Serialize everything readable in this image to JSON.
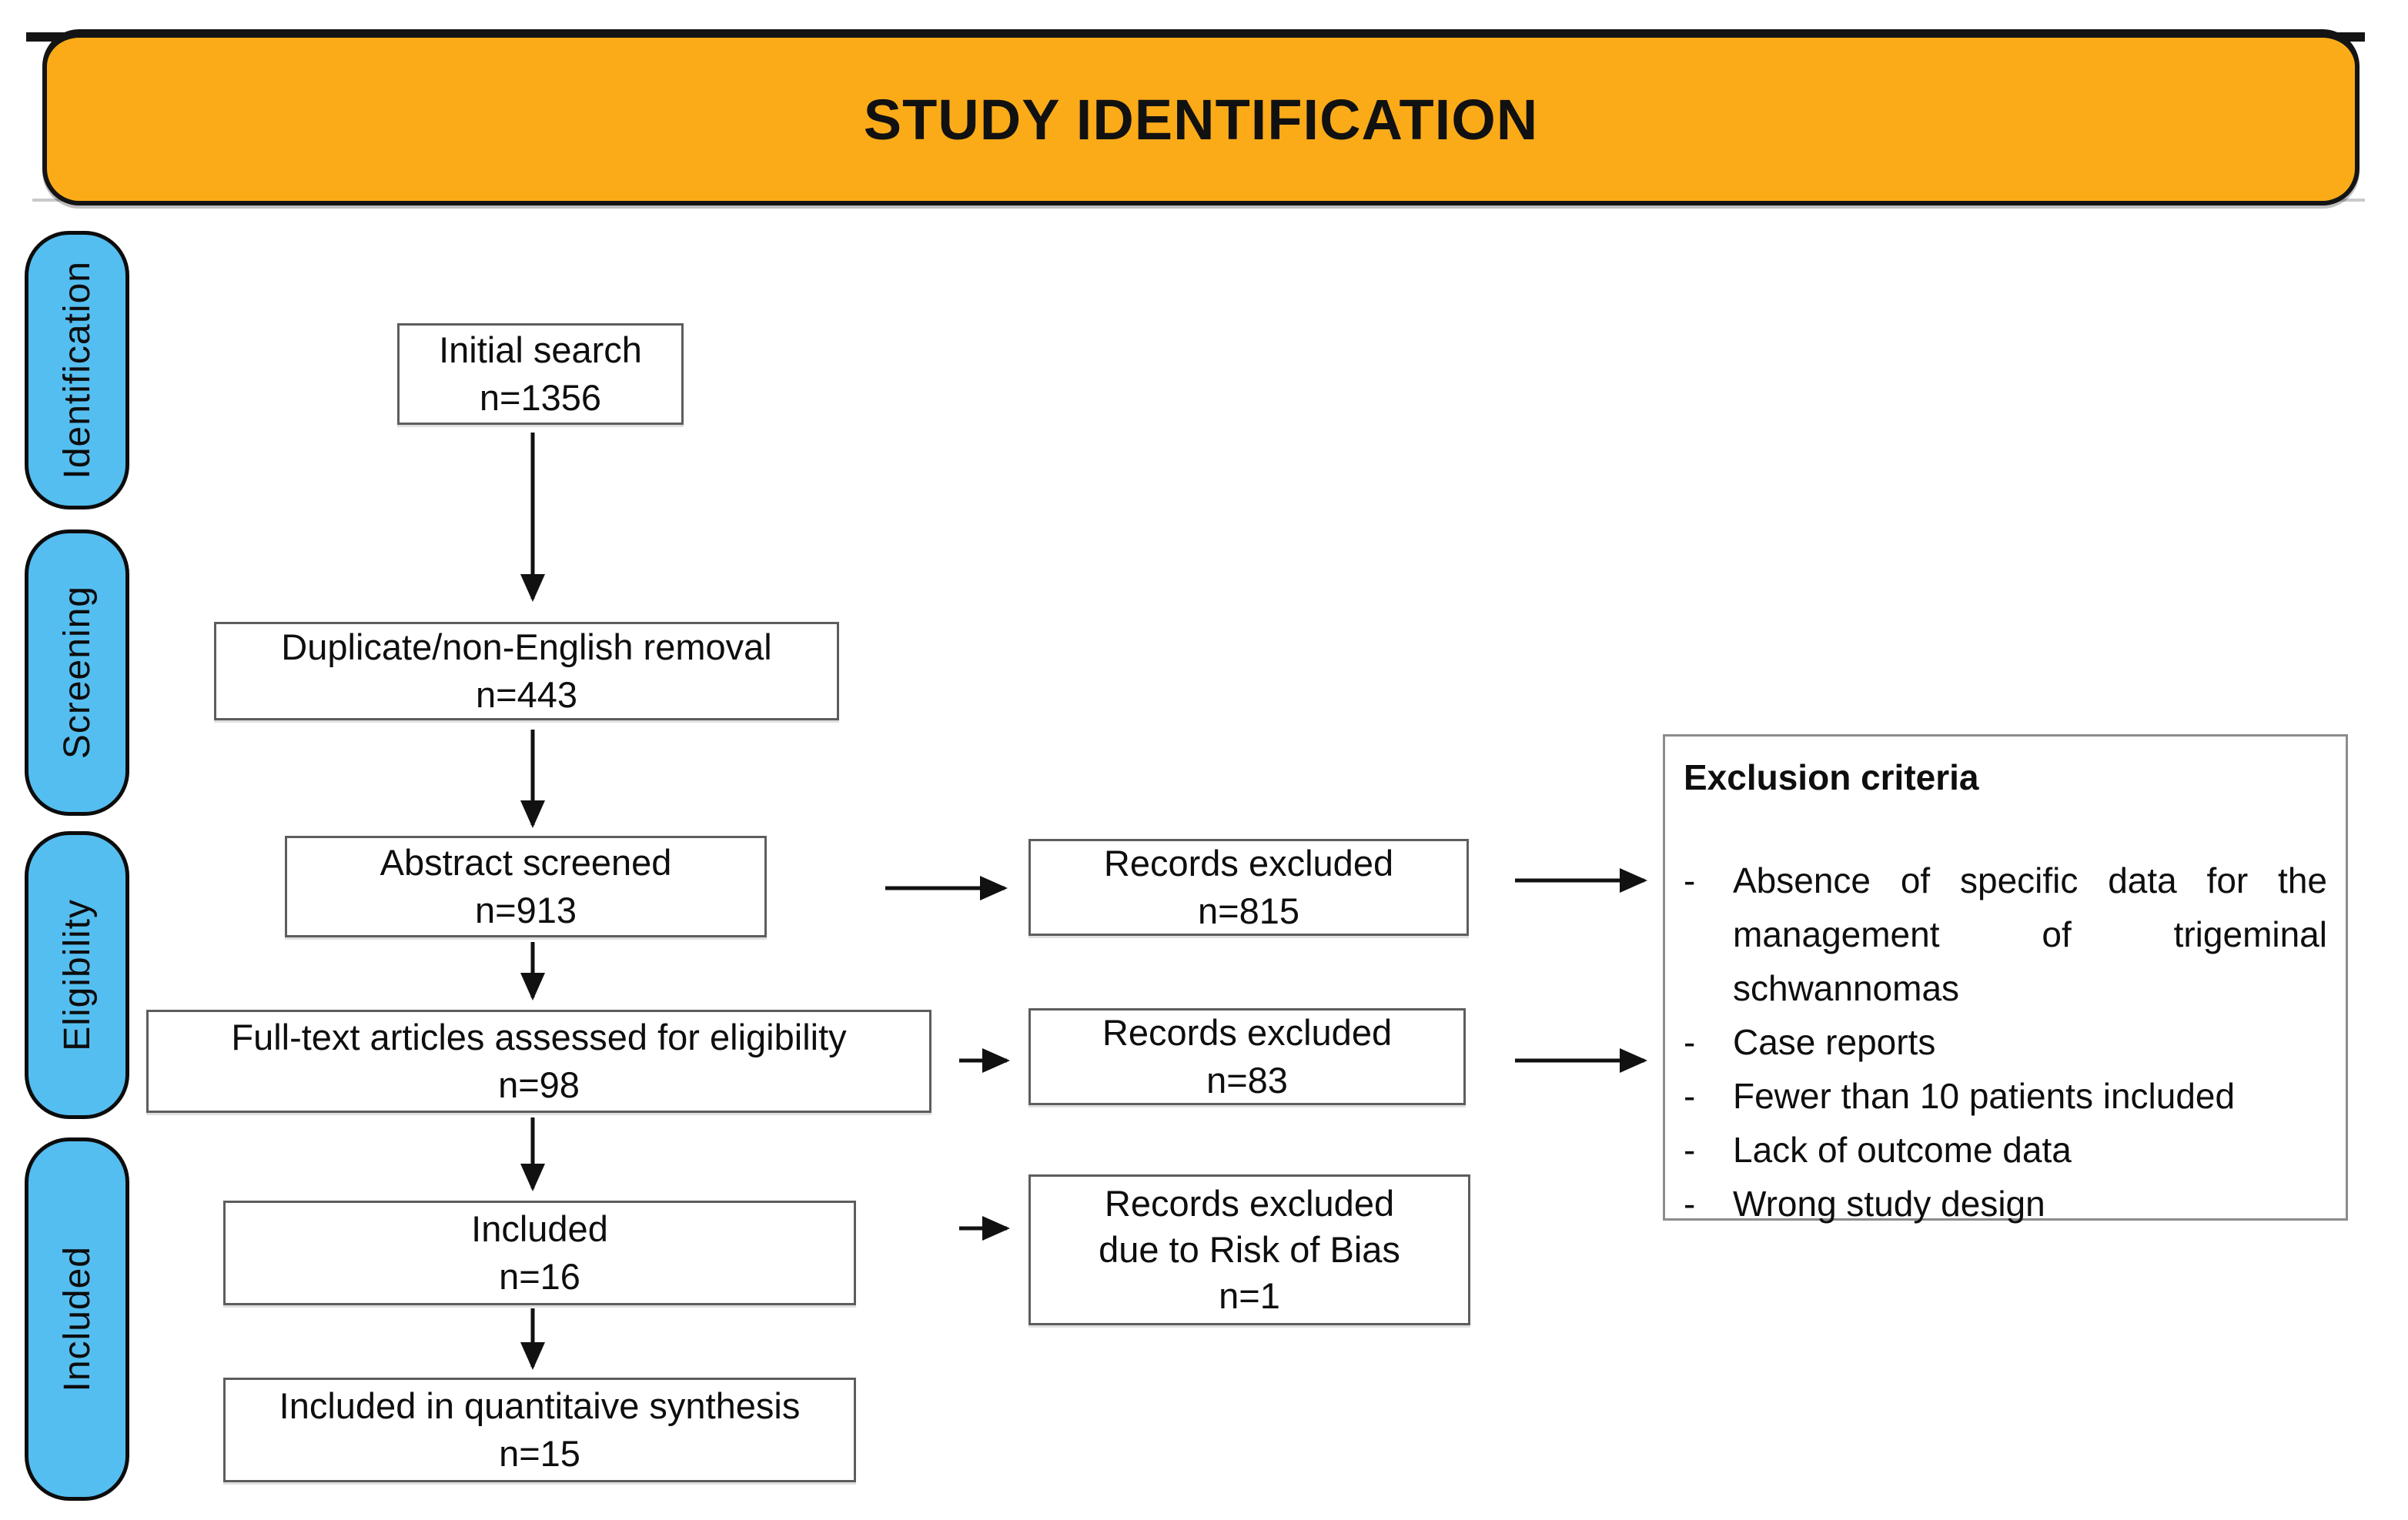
{
  "banner": {
    "title": "STUDY IDENTIFICATION"
  },
  "stages": [
    {
      "label": "Identification"
    },
    {
      "label": "Screening"
    },
    {
      "label": "Eligibility"
    },
    {
      "label": "Included"
    }
  ],
  "boxes": {
    "initial": {
      "line1": "Initial search",
      "line2": "n=1356"
    },
    "duplicate": {
      "line1": "Duplicate/non-English removal",
      "line2": "n=443"
    },
    "abstract": {
      "line1": "Abstract screened",
      "line2": "n=913"
    },
    "excluded815": {
      "line1": "Records excluded",
      "line2": "n=815"
    },
    "fulltext": {
      "line1": "Full-text articles assessed for eligibility",
      "line2": "n=98"
    },
    "excluded83": {
      "line1": "Records excluded",
      "line2": "n=83"
    },
    "included": {
      "line1": "Included",
      "line2": "n=16"
    },
    "riskofbias": {
      "line1": "Records excluded",
      "line2": "due to Risk of Bias",
      "line3": "n=1"
    },
    "quantitative": {
      "line1": "Included in quantitaive synthesis",
      "line2": "n=15"
    }
  },
  "exclusion": {
    "title": "Exclusion criteria",
    "bullet": "-",
    "items": [
      "Absence of specific data for the management of trigeminal schwannomas",
      "Case reports",
      "Fewer than 10 patients included",
      "Lack of outcome data",
      "Wrong study design"
    ]
  },
  "colors": {
    "banner_bg": "#FBAB18",
    "stage_bg": "#55BEF0",
    "border_dark": "#141414",
    "box_border": "#5d5d5d",
    "arrow": "#111111"
  }
}
